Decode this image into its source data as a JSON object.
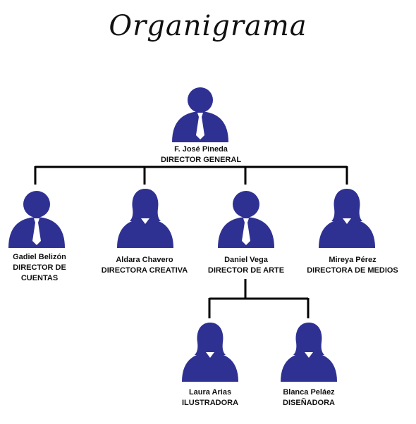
{
  "title": "Organigrama",
  "colors": {
    "figure": "#2e3192",
    "tie": "#ffffff",
    "line": "#000000"
  },
  "nodes": [
    {
      "id": "director-general",
      "name": "F. José Pineda",
      "role": "DIRECTOR GENERAL",
      "figure": "male-icon"
    },
    {
      "id": "director-cuentas",
      "name": "Gadiel Belizón",
      "role": "DIRECTOR DE CUENTAS",
      "figure": "male-icon"
    },
    {
      "id": "directora-creativa",
      "name": "Aldara Chavero",
      "role": "DIRECTORA CREATIVA",
      "figure": "female-icon"
    },
    {
      "id": "director-arte",
      "name": "Daniel Vega",
      "role": "DIRECTOR DE ARTE",
      "figure": "male-icon"
    },
    {
      "id": "directora-medios",
      "name": "Mireya Pérez",
      "role": "DIRECTORA DE MEDIOS",
      "figure": "female-icon"
    },
    {
      "id": "ilustradora",
      "name": "Laura Arias",
      "role": "ILUSTRADORA",
      "figure": "female-icon"
    },
    {
      "id": "disenadora",
      "name": "Blanca Peláez",
      "role": "DISEÑADORA",
      "figure": "female-icon"
    }
  ],
  "edges": [
    [
      "director-general",
      "director-cuentas"
    ],
    [
      "director-general",
      "directora-creativa"
    ],
    [
      "director-general",
      "director-arte"
    ],
    [
      "director-general",
      "directora-medios"
    ],
    [
      "director-arte",
      "ilustradora"
    ],
    [
      "director-arte",
      "disenadora"
    ]
  ]
}
